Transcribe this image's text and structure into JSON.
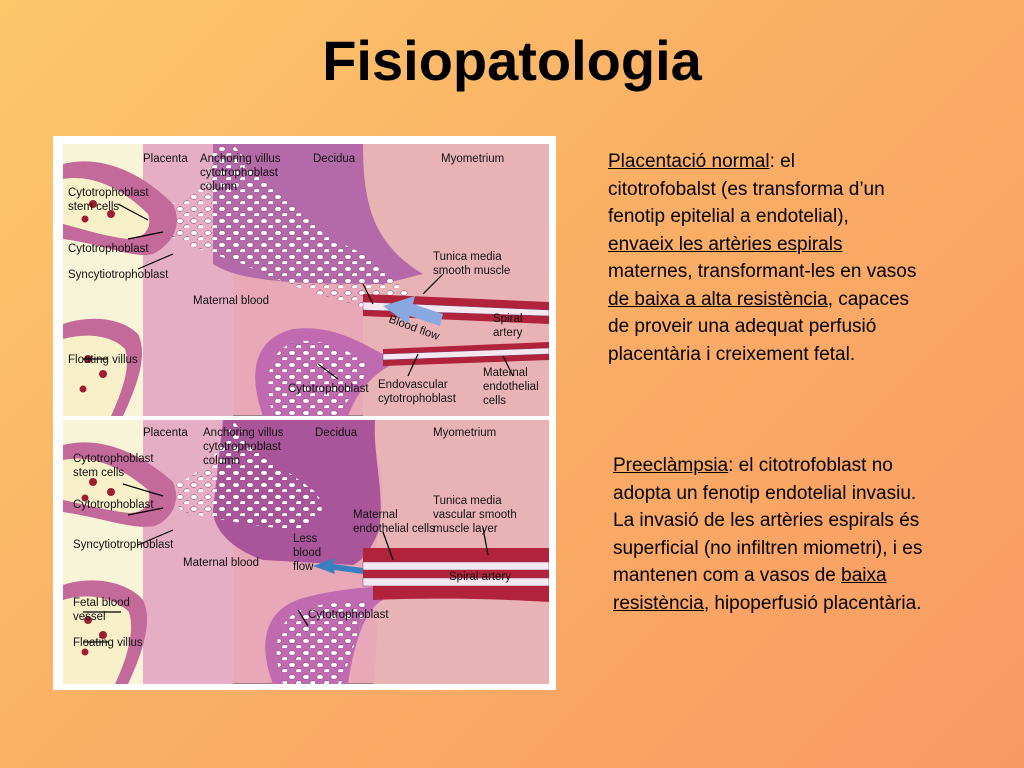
{
  "slide": {
    "title": "Fisiopatologia"
  },
  "diagram": {
    "top": {
      "labels": {
        "placenta": "Placenta",
        "anchoring_1": "Anchoring villus",
        "anchoring_2": "cytotrophoblast",
        "anchoring_3": "column",
        "decidua": "Decidua",
        "myometrium": "Myometrium",
        "stem_1": "Cytotrophoblast",
        "stem_2": "stem cells",
        "cytotrophoblast": "Cytotrophoblast",
        "syncytio": "Syncytiotrophoblast",
        "tunica_1": "Tunica media",
        "tunica_2": "smooth muscle",
        "maternal_blood": "Maternal blood",
        "blood_flow": "Blood flow",
        "spiral_1": "Spiral",
        "spiral_2": "artery",
        "floating": "Floating villus",
        "cyto_bottom": "Cytotrophoblast",
        "endo_1": "Endovascular",
        "endo_2": "cytotrophoblast",
        "mat_endo_1": "Maternal",
        "mat_endo_2": "endothelial",
        "mat_endo_3": "cells"
      }
    },
    "bottom": {
      "labels": {
        "placenta": "Placenta",
        "anchoring_1": "Anchoring villus",
        "anchoring_2": "cytotrophoblast",
        "anchoring_3": "column",
        "decidua": "Decidua",
        "myometrium": "Myometrium",
        "stem_1": "Cytotrophoblast",
        "stem_2": "stem cells",
        "cytotrophoblast": "Cytotrophoblast",
        "tunica_1": "Tunica media",
        "tunica_2": "vascular smooth",
        "tunica_3": "muscle layer",
        "mat_endo_1": "Maternal",
        "mat_endo_2": "endothelial cells",
        "syncytio": "Syncytiotrophoblast",
        "less_1": "Less",
        "less_2": "blood",
        "less_3": "flow",
        "maternal_blood": "Maternal blood",
        "spiral": "Spiral artery",
        "fetal_1": "Fetal blood",
        "fetal_2": "vessel",
        "cyto_bottom": "Cytotrophoblast",
        "floating": "Floating villus"
      }
    }
  },
  "text_normal": {
    "heading": "Placentació normal",
    "l1_rest": ": el",
    "l2": "citotrofobalst (es transforma d’un",
    "l3": "fenotip epitelial a endotelial),",
    "l4_u": "envaeix les artèries espirals",
    "l5": "maternes, transformant-les en vasos",
    "l6_u": "de baixa a alta resistència",
    "l6_rest": ", capaces",
    "l7": "de proveir una adequat perfusió",
    "l8": "placentària i creixement fetal."
  },
  "text_pre": {
    "heading": "Preeclàmpsia",
    "l1_rest": ": el citotrofoblast no",
    "l2": "adopta un fenotip endotelial invasiu.",
    "l3": "La invasió de les artèries espirals és",
    "l4": "superficial (no infiltren miometri), i es",
    "l5_pre": "mantenen com a vasos de ",
    "l5_u": "baixa",
    "l6_u": "resistència",
    "l6_rest": ", hipoperfusió placentària."
  }
}
